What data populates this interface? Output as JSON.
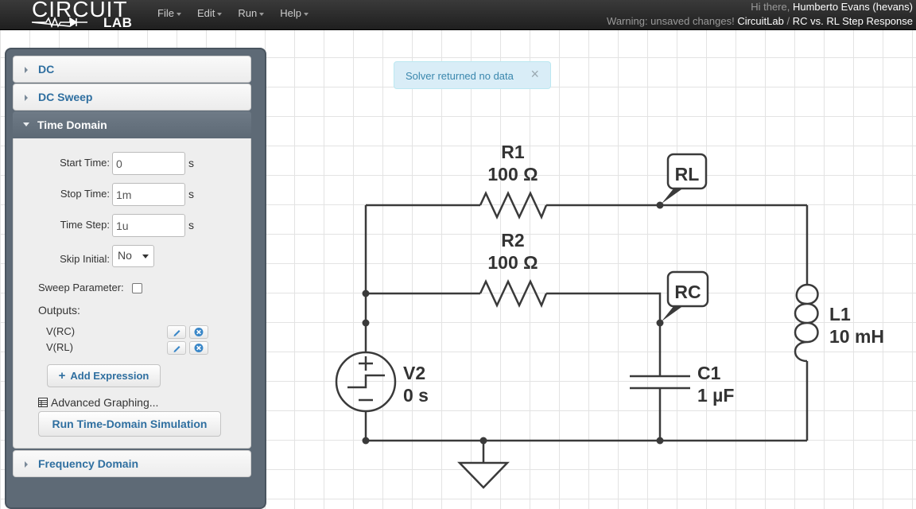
{
  "navbar": {
    "logo": {
      "main": "CIRCUIT",
      "sub": "LAB"
    },
    "menu": [
      "File",
      "Edit",
      "Run",
      "Help"
    ],
    "greeting": "Hi there,",
    "user": "Humberto Evans (hevans)",
    "warning": "Warning: unsaved changes!",
    "breadcrumb": {
      "site": "CircuitLab",
      "separator": "/",
      "document": "RC vs. RL Step Response"
    }
  },
  "sidebar": {
    "sections": [
      "DC",
      "DC Sweep",
      "Time Domain",
      "Frequency Domain"
    ],
    "time_domain": {
      "start_label": "Start Time:",
      "start_value": "0",
      "start_unit": "s",
      "stop_label": "Stop Time:",
      "stop_value": "1m",
      "stop_unit": "s",
      "step_label": "Time Step:",
      "step_value": "1u",
      "step_unit": "s",
      "skip_label": "Skip Initial:",
      "skip_value": "No",
      "sweep_label": "Sweep Parameter:",
      "outputs_label": "Outputs:",
      "outputs": [
        "V(RC)",
        "V(RL)"
      ],
      "add_expression": "Add Expression",
      "advanced_graphing": "Advanced Graphing...",
      "run_button": "Run Time-Domain Simulation"
    }
  },
  "alert": {
    "message": "Solver returned no data",
    "close": "×"
  },
  "schematic": {
    "r1": {
      "name": "R1",
      "value": "100 Ω"
    },
    "r2": {
      "name": "R2",
      "value": "100 Ω"
    },
    "l1": {
      "name": "L1",
      "value": "10 mH"
    },
    "c1": {
      "name": "C1",
      "value": "1 µF"
    },
    "v2": {
      "name": "V2",
      "value": "0 s"
    },
    "probe_rl": "RL",
    "probe_rc": "RC"
  }
}
